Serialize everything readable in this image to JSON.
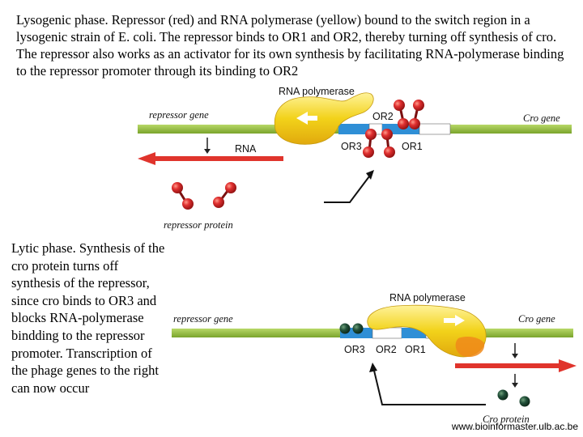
{
  "lysogenic": {
    "caption": "Lysogenic phase. Repressor (red) and RNA polymerase (yellow) bound to the switch region in a lysogenic strain of E. coli. The repressor binds to OR1 and OR2, thereby turning off synthesis of cro. The repressor also works as an activator for its own synthesis by facilitating RNA-polymerase binding to the repressor promoter through its binding to OR2",
    "labels": {
      "rna_polymerase": "RNA polymerase",
      "repressor_gene": "repressor gene",
      "cro_gene": "Cro gene",
      "or2": "OR2",
      "or3": "OR3",
      "or1": "OR1",
      "rna": "RNA",
      "repressor_protein": "repressor protein"
    }
  },
  "lytic": {
    "caption": "Lytic phase. Synthesis of the cro protein turns off synthesis of the repressor, since cro binds to OR3 and blocks RNA-polymerase bindding to the repressor promoter. Transcription of the phage genes to the right can now occur",
    "labels": {
      "rna_polymerase": "RNA polymerase",
      "repressor_gene": "repressor gene",
      "cro_gene": "Cro gene",
      "or3": "OR3",
      "or2": "OR2",
      "or1": "OR1",
      "cro_protein": "Cro protein"
    }
  },
  "credit": "www.bioinformaster.ulb.ac.be",
  "colors": {
    "gene_green": "#8fb83a",
    "operator_blue": "#2f8fd6",
    "polymerase_yellow": "#f2d21a",
    "repressor_red": "#d92b2b",
    "cro_dark_green": "#1f4a2a",
    "arrow_red": "#e0342c"
  }
}
